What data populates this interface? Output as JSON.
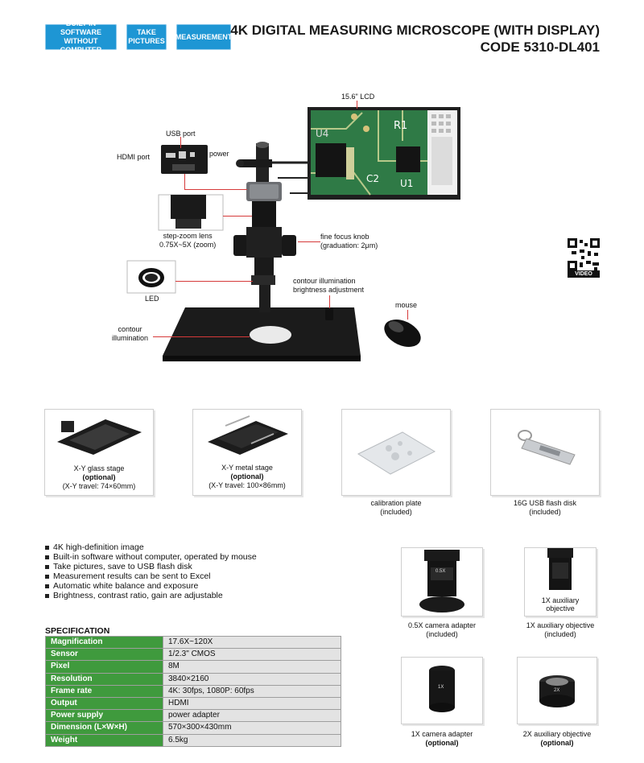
{
  "badges": [
    "BUILT-IN SOFTWARE\nWITHOUT COMPUTER",
    "TAKE\nPICTURES",
    "MEASUREMENT"
  ],
  "title": {
    "line1": "4K DIGITAL MEASURING MICROSCOPE (WITH DISPLAY)",
    "line2": "CODE 5310-DL401"
  },
  "diagram": {
    "lcd": "15.6\" LCD",
    "usb_port": "USB port",
    "hdmi_port": "HDMI port",
    "power": "power",
    "step_zoom": "step-zoom lens\n0.75X~5X (zoom)",
    "fine_focus": "fine focus knob\n(graduation: 2μm)",
    "led": "LED",
    "contour_brightness": "contour illumination\nbrightness adjustment",
    "mouse": "mouse",
    "contour_illumination": "contour\nillumination",
    "video": "VIDEO",
    "screen_marks": {
      "u4": "U4",
      "r1": "R1",
      "c2": "C2",
      "u1": "U1"
    }
  },
  "accessories_top": [
    {
      "caption_lines": [
        "X-Y glass stage",
        "(optional)",
        "(X-Y travel: 74×60mm)"
      ]
    },
    {
      "caption_lines": [
        "X-Y metal stage",
        "(optional)",
        "(X-Y travel: 100×86mm)"
      ]
    },
    {
      "caption_lines": [
        "calibration plate",
        "(included)"
      ]
    },
    {
      "caption_lines": [
        "16G USB flash disk",
        "(included)"
      ]
    }
  ],
  "features": [
    "4K high-definition image",
    "Built-in software without computer, operated by mouse",
    "Take pictures, save to USB flash disk",
    "Measurement results can be sent to Excel",
    "Automatic white balance and exposure",
    "Brightness, contrast ratio, gain are adjustable"
  ],
  "spec_title": "SPECIFICATION",
  "spec": [
    {
      "k": "Magnification",
      "v": "17.6X~120X"
    },
    {
      "k": "Sensor",
      "v": "1/2.3\" CMOS"
    },
    {
      "k": "Pixel",
      "v": "8M"
    },
    {
      "k": "Resolution",
      "v": "3840×2160"
    },
    {
      "k": "Frame rate",
      "v": "4K: 30fps, 1080P: 60fps"
    },
    {
      "k": "Output",
      "v": "HDMI"
    },
    {
      "k": "Power supply",
      "v": "power adapter"
    },
    {
      "k": "Dimension (L×W×H)",
      "v": "570×300×430mm"
    },
    {
      "k": "Weight",
      "v": "6.5kg"
    }
  ],
  "accessories_bottom": [
    {
      "caption": "0.5X camera adapter",
      "status": "(included)",
      "inner": "0.5X"
    },
    {
      "caption": "1X auxiliary objective",
      "status": "(included)",
      "inner": "1X auxiliary\nobjective"
    },
    {
      "caption": "1X camera adapter",
      "status": "(optional)",
      "inner": "1X"
    },
    {
      "caption": "2X auxiliary objective",
      "status": "(optional)",
      "inner": "2X"
    }
  ]
}
